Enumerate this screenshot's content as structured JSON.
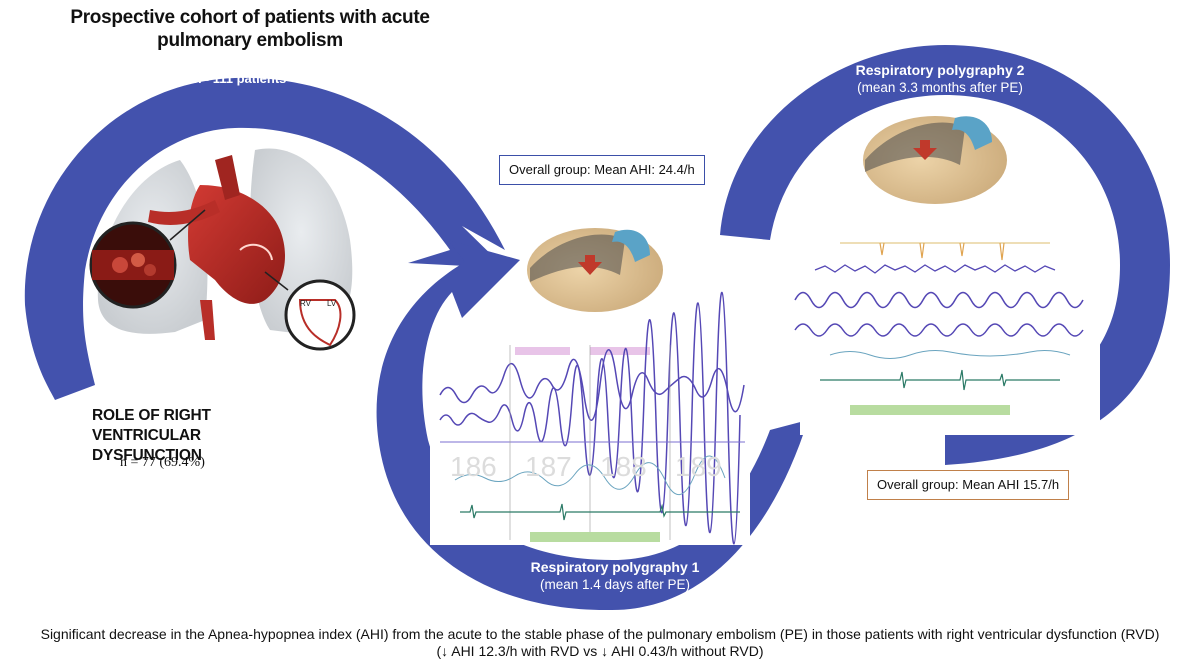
{
  "title": "Prospective cohort of patients with acute pulmonary embolism",
  "cohort": {
    "n_label": "n= 111 patients"
  },
  "rvd": {
    "heading": "ROLE OF RIGHT VENTRICULAR DYSFUNCTION",
    "n_label": "n = 77 (69.4%)",
    "heart_labels": {
      "rv": "RV",
      "lv": "LV"
    }
  },
  "polygraphy1": {
    "title": "Respiratory polygraphy 1",
    "subtitle": "(mean 1.4 days after PE)",
    "result": "Overall group:  Mean AHI: 24.4/h",
    "trace_numbers": [
      "186",
      "187",
      "188",
      "189"
    ]
  },
  "polygraphy2": {
    "title": "Respiratory polygraphy 2",
    "subtitle": "(mean 3.3 months after PE)",
    "result": "Overall group:  Mean AHI 15.7/h"
  },
  "caption": {
    "line1": "Significant decrease in the Apnea-hypopnea index (AHI) from the acute to the stable phase of the pulmonary embolism (PE) in those patients with right ventricular dysfunction (RVD)",
    "line2": "(↓  AHI 12.3/h with RVD vs ↓ AHI 0.43/h without RVD)"
  },
  "colors": {
    "arrow_blue": "#4352ad",
    "box1_border": "#3b4fa8",
    "box2_border": "#c0804a",
    "vessel_red": "#b82e28"
  }
}
